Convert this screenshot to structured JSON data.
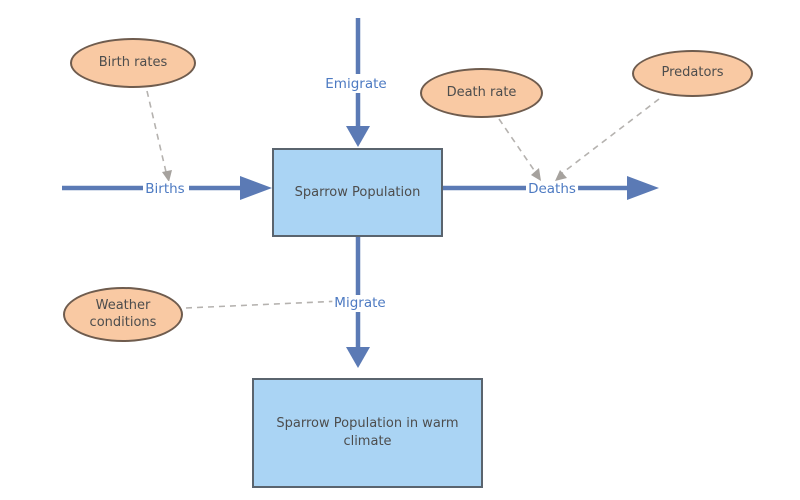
{
  "nodes": {
    "sparrow_population": "Sparrow Population",
    "sparrow_population_warm": "Sparrow Population in warm climate"
  },
  "variables": {
    "birth_rates": "Birth rates",
    "death_rate": "Death rate",
    "predators": "Predators",
    "weather_conditions": "Weather conditions"
  },
  "flows": {
    "births": "Births",
    "deaths": "Deaths",
    "emigrate": "Emigrate",
    "migrate": "Migrate"
  },
  "colors": {
    "bg": "#ffffff",
    "node_fill": "#aad4f4",
    "node_border": "#5a646e",
    "ellipse_fill": "#f9c9a3",
    "ellipse_border": "#6f5c4e",
    "flow_arrow": "#5b7ab5",
    "flow_label": "#4d7ac2",
    "node_text": "#4d4d4d",
    "connector": "#b5b2af",
    "connector_head": "#a6a29e"
  }
}
